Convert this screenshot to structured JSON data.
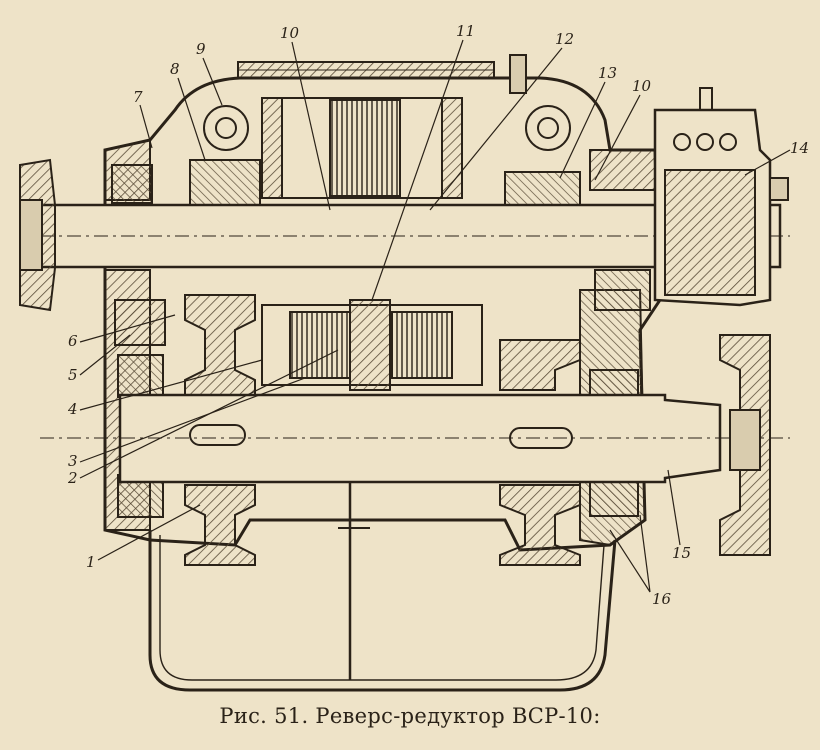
{
  "caption": "Рис. 51. Реверс-редуктор ВСР-10:",
  "callouts": [
    "1",
    "2",
    "3",
    "4",
    "5",
    "6",
    "7",
    "8",
    "9",
    "10",
    "11",
    "12",
    "13",
    "10",
    "14",
    "15",
    "16"
  ],
  "colors": {
    "paper": "#eee3c8",
    "ink": "#2a2218",
    "hatch": "#5a4c38",
    "shade": "#d9ccae"
  }
}
